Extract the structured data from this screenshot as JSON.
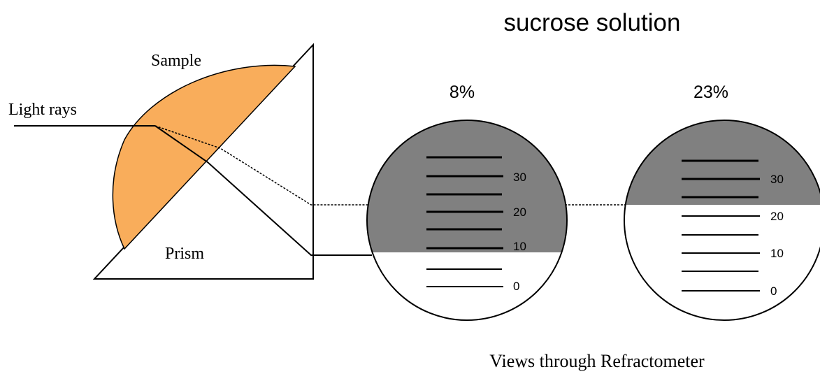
{
  "title": "sucrose solution",
  "labels": {
    "sample": "Sample",
    "light_rays": "Light rays",
    "prism": "Prism",
    "caption": "Views through Refractometer"
  },
  "views": [
    {
      "concentration": "8%",
      "scale_labels": [
        "30",
        "20",
        "10",
        "0"
      ],
      "boundary_scale_value": 9
    },
    {
      "concentration": "23%",
      "scale_labels": [
        "30",
        "20",
        "10",
        "0"
      ],
      "boundary_scale_value": 23
    }
  ],
  "colors": {
    "sample_fill": "#F9AD5B",
    "dark_field": "#808080",
    "line": "#000000"
  }
}
